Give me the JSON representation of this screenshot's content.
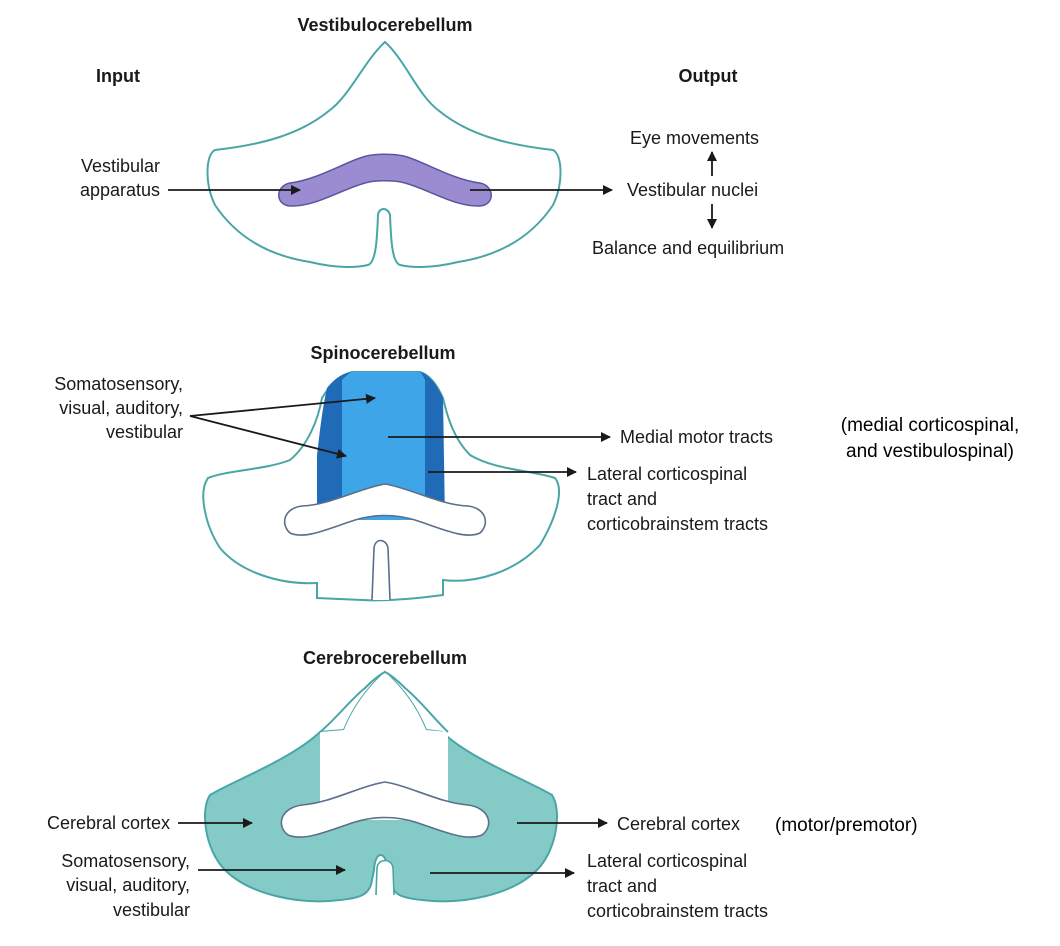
{
  "colors": {
    "outline": "#4aa5a6",
    "vestibulo_region": "#9b8bd0",
    "spino_medial": "#3ea6e8",
    "spino_lateral": "#1f6bb8",
    "cerebro_region": "#84cbc8",
    "text": "#1a1a1a"
  },
  "headers": {
    "input": "Input",
    "output": "Output"
  },
  "vestibulo": {
    "title": "Vestibulocerebellum",
    "input_line1": "Vestibular",
    "input_line2": "apparatus",
    "out_top": "Eye movements",
    "out_mid": "Vestibular nuclei",
    "out_bottom": "Balance and equilibrium"
  },
  "spino": {
    "title": "Spinocerebellum",
    "input_line1": "Somatosensory,",
    "input_line2": "visual, auditory,",
    "input_line3": "vestibular",
    "out1": "Medial motor tracts",
    "out1_note_line1": "(medial corticospinal,",
    "out1_note_line2": "and vestibulospinal)",
    "out2_line1": "Lateral corticospinal",
    "out2_line2": "tract and",
    "out2_line3": "corticobrainstem tracts"
  },
  "cerebro": {
    "title": "Cerebrocerebellum",
    "input1": "Cerebral cortex",
    "input2_line1": "Somatosensory,",
    "input2_line2": "visual, auditory,",
    "input2_line3": "vestibular",
    "out1": "Cerebral cortex",
    "out1_note": "(motor/premotor)",
    "out2_line1": "Lateral corticospinal",
    "out2_line2": "tract and",
    "out2_line3": "corticobrainstem tracts"
  }
}
